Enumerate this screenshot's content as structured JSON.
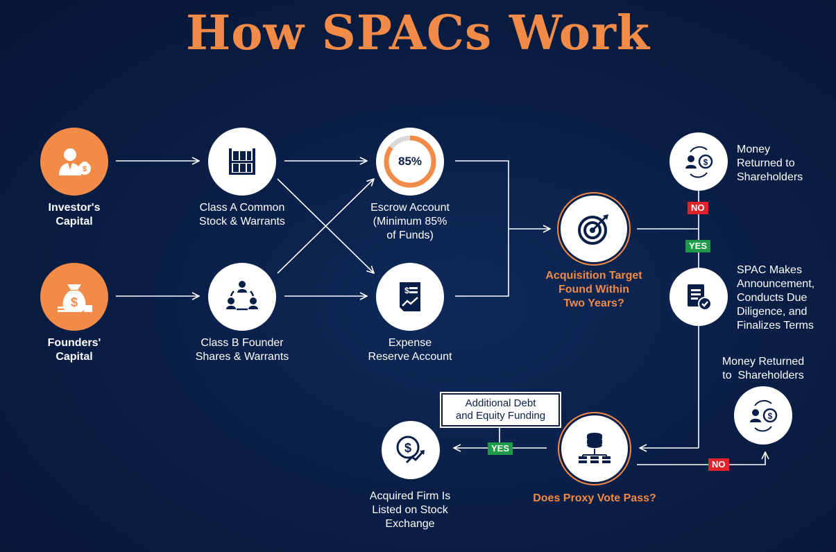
{
  "title": "How SPACs Work",
  "nodes": {
    "investor": {
      "label_1": "Investor's",
      "label_2": "Capital"
    },
    "founders": {
      "label_1": "Founders'",
      "label_2": "Capital"
    },
    "class_a": {
      "label_1": "Class A Common",
      "label_2": "Stock & Warrants"
    },
    "class_b": {
      "label_1": "Class B Founder",
      "label_2": "Shares & Warrants"
    },
    "escrow": {
      "pct": "85%",
      "label_1": "Escrow Account",
      "label_2": "(Minimum 85%",
      "label_3": "of Funds)"
    },
    "expense": {
      "label_1": "Expense",
      "label_2": "Reserve Account"
    },
    "acquisition": {
      "label_1": "Acquisition Target",
      "label_2": "Found Within",
      "label_3": "Two Years?"
    },
    "money_returned_1": {
      "label_1": "Money",
      "label_2": "Returned to",
      "label_3": "Shareholders"
    },
    "announcement": {
      "label_1": "SPAC Makes",
      "label_2": "Announcement,",
      "label_3": "Conducts Due",
      "label_4": "Diligence, and",
      "label_5": "Finalizes Terms"
    },
    "money_returned_2": {
      "label_1": "Money Returned",
      "label_2": "to  Shareholders"
    },
    "proxy": {
      "label": "Does Proxy Vote Pass?"
    },
    "funding_box": {
      "label_1": "Additional Debt",
      "label_2": "and Equity Funding"
    },
    "listed": {
      "label_1": "Acquired Firm Is",
      "label_2": "Listed on Stock",
      "label_3": "Exchange"
    }
  },
  "tags": {
    "no_1": "NO",
    "yes_1": "YES",
    "yes_2": "YES",
    "no_2": "NO"
  },
  "colors": {
    "accent": "#f28a48",
    "background": "#0a1f47",
    "yes": "#1f9a48",
    "no": "#e0242b"
  }
}
